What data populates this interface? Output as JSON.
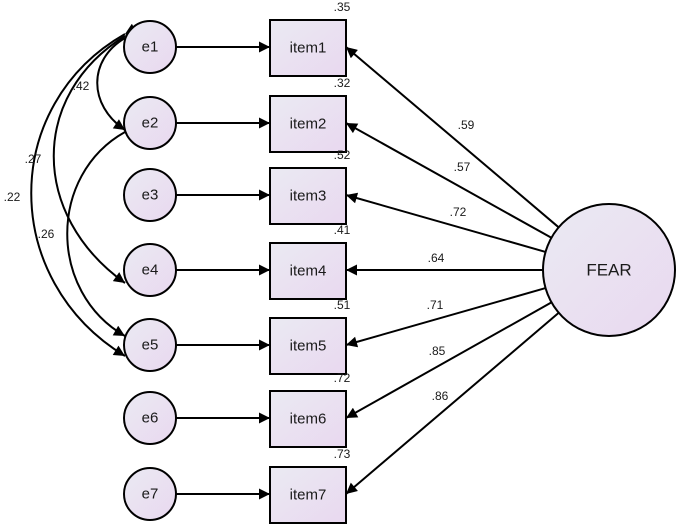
{
  "latent": {
    "label": "FEAR"
  },
  "errors": [
    "e1",
    "e2",
    "e3",
    "e4",
    "e5",
    "e6",
    "e7"
  ],
  "items": [
    {
      "label": "item1",
      "r2": ".35",
      "loading": ".59"
    },
    {
      "label": "item2",
      "r2": ".32",
      "loading": ".57"
    },
    {
      "label": "item3",
      "r2": ".52",
      "loading": ".72"
    },
    {
      "label": "item4",
      "r2": ".41",
      "loading": ".64"
    },
    {
      "label": "item5",
      "r2": ".51",
      "loading": ".71"
    },
    {
      "label": "item6",
      "r2": ".72",
      "loading": ".85"
    },
    {
      "label": "item7",
      "r2": ".73",
      "loading": ".86"
    }
  ],
  "covariances": [
    {
      "from": "e1",
      "to": "e2",
      "value": ".42"
    },
    {
      "from": "e1",
      "to": "e4",
      "value": ".27"
    },
    {
      "from": "e1",
      "to": "e5",
      "value": ".22"
    },
    {
      "from": "e2",
      "to": "e5",
      "value": ".26"
    }
  ]
}
